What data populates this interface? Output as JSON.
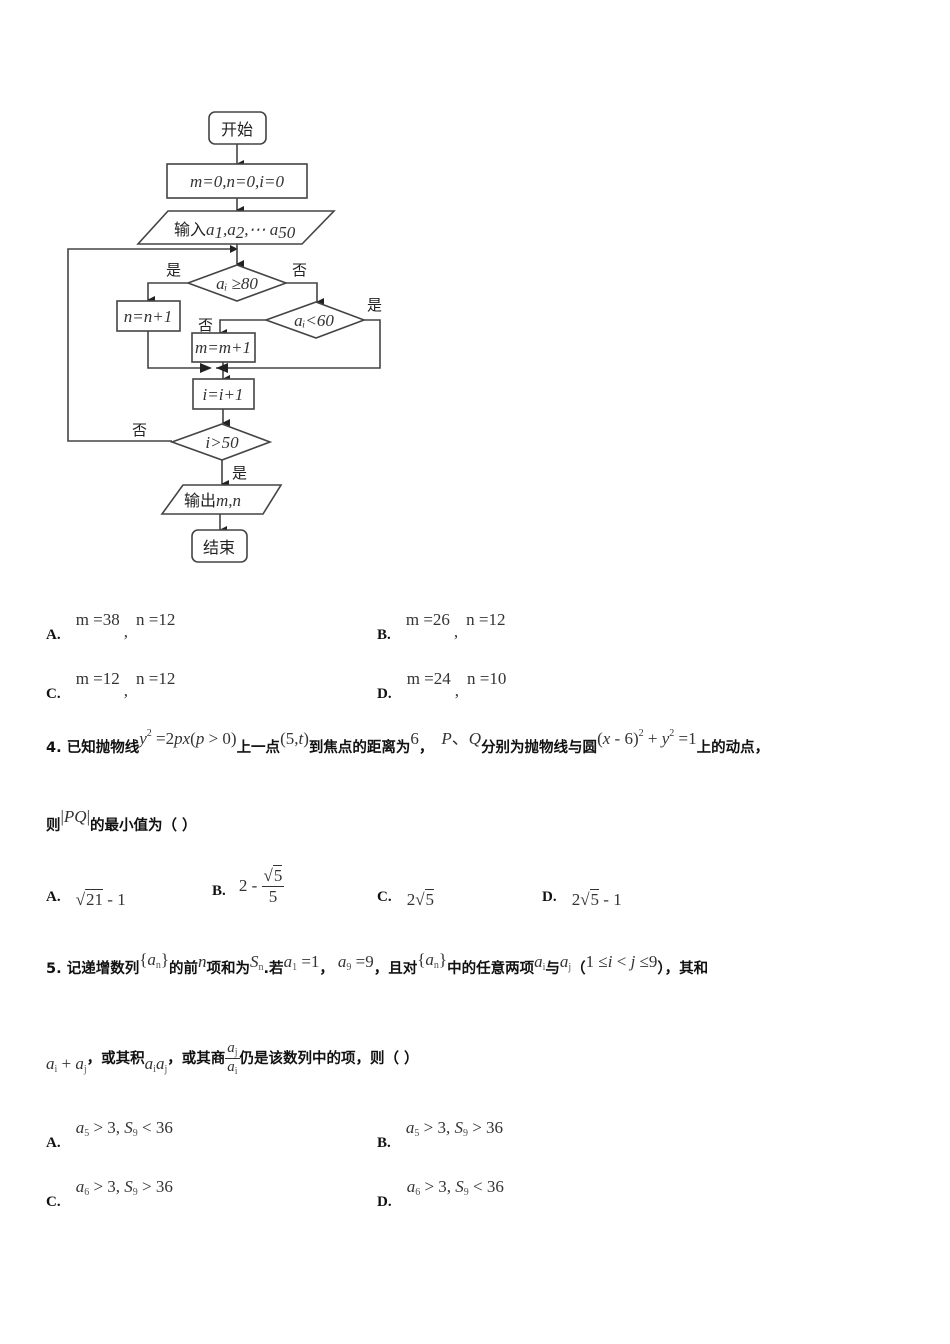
{
  "flowchart": {
    "start": "开始",
    "init": "m=0,n=0,i=0",
    "input": "输入a₁,a₂,⋯ a₅₀",
    "input_prefix": "输入",
    "input_vars": "a",
    "cond1": "aᵢ ≥80",
    "cond1_yes": "是",
    "cond1_no": "否",
    "box_n": "n=n+1",
    "cond2": "aᵢ<60",
    "cond2_yes": "是",
    "cond2_no": "否",
    "box_m": "m=m+1",
    "box_i": "i=i+1",
    "cond3": "i>50",
    "cond3_no": "否",
    "cond3_yes": "是",
    "output": "输出 m,n",
    "output_prefix": "输出",
    "output_vars": "m,n",
    "end": "结束"
  },
  "q3_options": [
    {
      "letter": "A.",
      "m": "m =38",
      "n": "n =12"
    },
    {
      "letter": "B.",
      "m": "m =26",
      "n": "n =12"
    },
    {
      "letter": "C.",
      "m": "m =12",
      "n": "n =12"
    },
    {
      "letter": "D.",
      "m": "m =24",
      "n": "n =10"
    }
  ],
  "q4": {
    "number": "4.",
    "t1": "已知抛物线",
    "eq1": "y² =2px(p > 0)",
    "t2": "上一点",
    "pt": "(5,t)",
    "t3": "到焦点的距离为",
    "dist": "6",
    "comma": "，",
    "pq": "P、Q",
    "t4": "分别为抛物线与圆",
    "circle": "(x - 6)² + y² =1",
    "t5": "上的动点，",
    "t6": "则",
    "abs": "|PQ|",
    "t7": "的最小值为（ ）",
    "options": [
      {
        "letter": "A.",
        "value": "√21 - 1"
      },
      {
        "letter": "B.",
        "value": "2 - √5/5"
      },
      {
        "letter": "C.",
        "value": "2√5"
      },
      {
        "letter": "D.",
        "value": "2√5 - 1"
      }
    ]
  },
  "q5": {
    "number": "5.",
    "t1": "记递增数列",
    "seq": "{aₙ}",
    "t2": "的前",
    "n": "n",
    "t3": "项和为",
    "sn": "Sₙ",
    "t4": ".若",
    "a1": "a₁ =1",
    "comma": "，",
    "a9": "a₉ =9",
    "t5": "，且对",
    "t6": "中的任意两项",
    "ai": "aᵢ",
    "t7": "与",
    "aj": "aⱼ",
    "cond": "1 ≤i < j ≤9",
    "t8": "），其和",
    "sum": "aᵢ + aⱼ",
    "t9": "，或其积",
    "prod": "aᵢaⱼ",
    "t10": "，或其商",
    "t11": "仍是该数列中的项，则（    ）",
    "options": [
      {
        "letter": "A.",
        "value": "a₅ > 3, S₉ < 36"
      },
      {
        "letter": "B.",
        "value": "a₅ > 3, S₉ > 36"
      },
      {
        "letter": "C.",
        "value": "a₆ > 3, S₉ > 36"
      },
      {
        "letter": "D.",
        "value": "a₆ > 3, S₉ < 36"
      }
    ]
  }
}
